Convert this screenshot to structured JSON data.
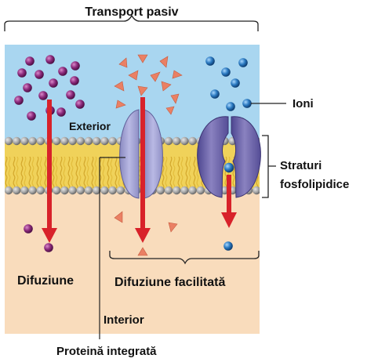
{
  "labels": {
    "title": "Transport pasiv",
    "exterior": "Exterior",
    "interior": "Interior",
    "ions": "Ioni",
    "bilayer_line1": "Straturi",
    "bilayer_line2": "fosfolipidice",
    "diffusion": "Difuziune",
    "facilitated_diffusion": "Difuziune facilitată",
    "integral_protein": "Proteină integrată"
  },
  "colors": {
    "exterior_fill": "#a9d6f0",
    "interior_fill": "#f9dcbc",
    "lipid_head": "#a6a6a6",
    "lipid_tail": "#f0d25a",
    "purple_molecule": "#8c2a7c",
    "triangle_molecule": "#ea8064",
    "ion_blue": "#2a79c0",
    "channel_protein": "#a8a8d6",
    "carrier_protein": "#6f67a7",
    "arrow_red": "#d8222a"
  },
  "icons": {
    "diffusion_particles": "purple-sphere-icon",
    "facilitated_particles": "orange-triangle-icon",
    "ions": "blue-sphere-icon"
  }
}
